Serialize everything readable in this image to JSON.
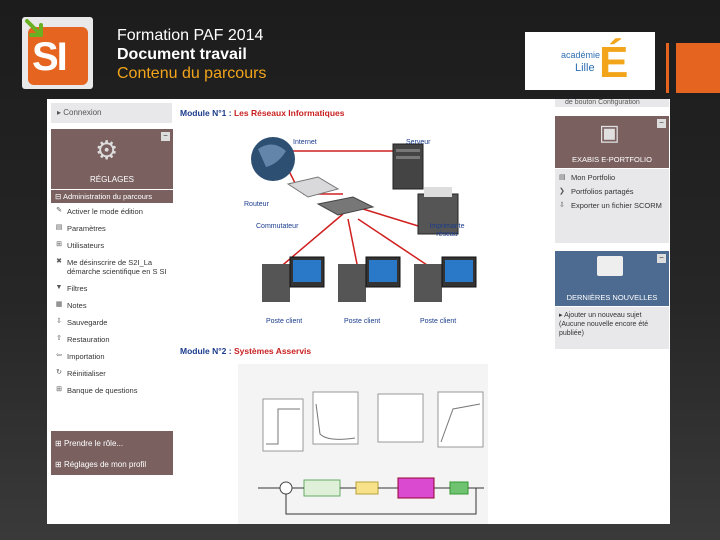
{
  "header": {
    "logo_text": "SI",
    "title_line1": "Formation PAF 2014",
    "title_line2": "Document travail",
    "title_line3": "Contenu du parcours",
    "partner_logo_line1": "académie",
    "partner_logo_line2": "Lille",
    "partner_logo_mark": "É"
  },
  "left_column": {
    "connexion_label": "Connexion",
    "reglages_title": "RÉGLAGES",
    "admin_header": "Administration du parcours",
    "admin_items": [
      {
        "icon": "pencil-icon",
        "label": "Activer le mode édition"
      },
      {
        "icon": "document-icon",
        "label": "Paramètres"
      },
      {
        "icon": "plus-icon",
        "label": "Utilisateurs"
      },
      {
        "icon": "user-remove-icon",
        "label": "Me désinscrire de S2I_La démarche scientifique en S SI"
      },
      {
        "icon": "filter-icon",
        "label": "Filtres"
      },
      {
        "icon": "grades-icon",
        "label": "Notes"
      },
      {
        "icon": "backup-icon",
        "label": "Sauvegarde"
      },
      {
        "icon": "restore-icon",
        "label": "Restauration"
      },
      {
        "icon": "import-icon",
        "label": "Importation"
      },
      {
        "icon": "reset-icon",
        "label": "Réinitialiser"
      },
      {
        "icon": "plus-icon",
        "label": "Banque de questions"
      }
    ],
    "role_label": "Prendre le rôle...",
    "profile_settings_label": "Réglages de mon profil"
  },
  "center": {
    "module1_prefix": "Module N°1 :",
    "module1_title": "Les Réseaux Informatiques",
    "network_labels": {
      "internet": "Internet",
      "server": "Serveur",
      "router": "Routeur",
      "switch": "Commutateur",
      "printer": "Imprimante réseau",
      "client1": "Poste client",
      "client2": "Poste client",
      "client3": "Poste client"
    },
    "module2_prefix": "Module N°2 :",
    "module2_title": "Systèmes Asservis"
  },
  "right_column": {
    "top_text": "de bouton Configuration",
    "eportfolio_title": "EXABIS E-PORTFOLIO",
    "eportfolio_items": [
      {
        "icon": "portfolio-icon",
        "label": "Mon Portfolio"
      },
      {
        "icon": "share-icon",
        "label": "Portfolios partagés"
      },
      {
        "icon": "download-icon",
        "label": "Exporter un fichier SCORM"
      }
    ],
    "news_title": "DERNIÈRES NOUVELLES",
    "news_add_label": "Ajouter un nouveau sujet",
    "news_empty_label": "(Aucune nouvelle encore été publiée)"
  },
  "colors": {
    "accent_orange": "#e5641f",
    "title_orange": "#f2a41a",
    "block_brown": "#7a6160",
    "news_blue": "#4d6b90",
    "module_blue": "#1b3c8c",
    "module_red": "#c82020"
  }
}
